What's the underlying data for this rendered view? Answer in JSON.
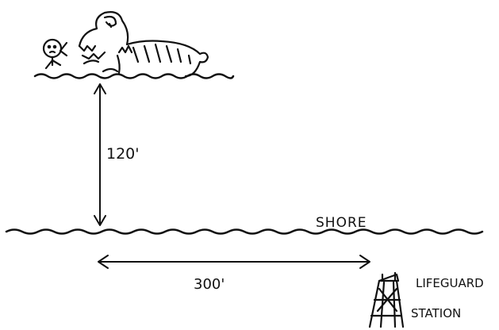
{
  "labels": {
    "swimmer_distance": "120'",
    "shore": "SHORE",
    "along_shore_distance": "300'",
    "station_line1": "LIFEGUARD",
    "station_line2": "STATION"
  },
  "icons": {
    "swimmer": "swimmer-icon",
    "creature": "sea-creature-icon",
    "tower": "lifeguard-tower-icon"
  },
  "colors": {
    "ink": "#111111",
    "background": "#ffffff"
  }
}
